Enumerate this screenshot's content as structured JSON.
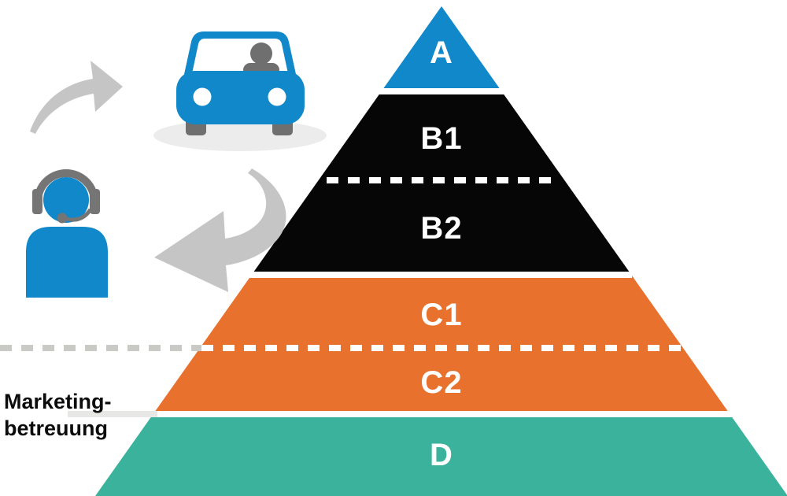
{
  "diagram_title": "customer-segmentation-pyramid",
  "colors": {
    "page_bg": "#ffffff",
    "blue": "#1188c9",
    "black": "#060606",
    "orange": "#e9712e",
    "teal": "#3ab29c",
    "white": "#ffffff",
    "dash_gray": "#c9c9c5",
    "faint_gray": "#e7e7e5",
    "arrow_gray": "#c5c5c5",
    "icon_gray": "#757575",
    "driver_gray": "#6f6f6f",
    "shadow_gray": "#ececec",
    "label_text": "#ffffff",
    "annotation_text": "#0c0c0c"
  },
  "pyramid": {
    "levels": [
      {
        "id": "A",
        "label": "A",
        "color": "#1188c9"
      },
      {
        "id": "B1",
        "label": "B1",
        "color": "#060606"
      },
      {
        "id": "B2",
        "label": "B2",
        "color": "#060606"
      },
      {
        "id": "C1",
        "label": "C1",
        "color": "#e9712e"
      },
      {
        "id": "C2",
        "label": "C2",
        "color": "#e9712e"
      },
      {
        "id": "D",
        "label": "D",
        "color": "#3ab29c"
      }
    ],
    "separators": [
      {
        "between": "A/B1",
        "style": "solid"
      },
      {
        "between": "B1/B2",
        "style": "dashed"
      },
      {
        "between": "B2/C1",
        "style": "solid"
      },
      {
        "between": "C1/C2",
        "style": "dashed"
      },
      {
        "between": "C2/D",
        "style": "solid"
      }
    ]
  },
  "annotation": {
    "line1": "Marketing-",
    "line2": "betreuung"
  },
  "icons": [
    {
      "name": "car-with-driver-icon"
    },
    {
      "name": "support-agent-headset-icon"
    },
    {
      "name": "arrow-right-curved-icon"
    },
    {
      "name": "arrow-left-curved-icon"
    }
  ]
}
